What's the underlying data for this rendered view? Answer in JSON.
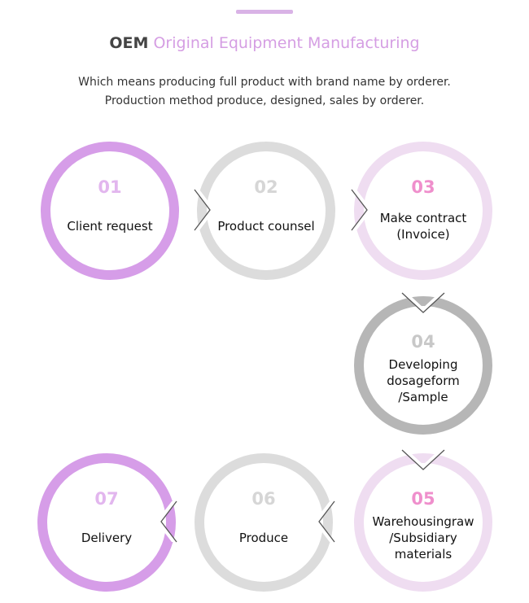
{
  "header": {
    "title_abbr": "OEM",
    "title_full": "Original Equipment Manufacturing",
    "desc_line1": "Which means producing full product with brand name by orderer.",
    "desc_line2": "Production method produce, designed, sales by orderer."
  },
  "steps": [
    {
      "num": "01",
      "label": "Client request"
    },
    {
      "num": "02",
      "label": "Product counsel"
    },
    {
      "num": "03",
      "label": "Make contract\n(Invoice)"
    },
    {
      "num": "04",
      "label": "Developing\ndosageform\n/Sample"
    },
    {
      "num": "05",
      "label": "Warehousingraw\n/Subsidiary\nmaterials"
    },
    {
      "num": "06",
      "label": "Produce"
    },
    {
      "num": "07",
      "label": "Delivery"
    }
  ],
  "colors": {
    "accent_purple": "#d69de8",
    "light_grey": "#dcdcdc",
    "light_pink": "#efddf1",
    "dark_grey": "#b6b6b6",
    "number_pink": "#ef8fcc"
  }
}
